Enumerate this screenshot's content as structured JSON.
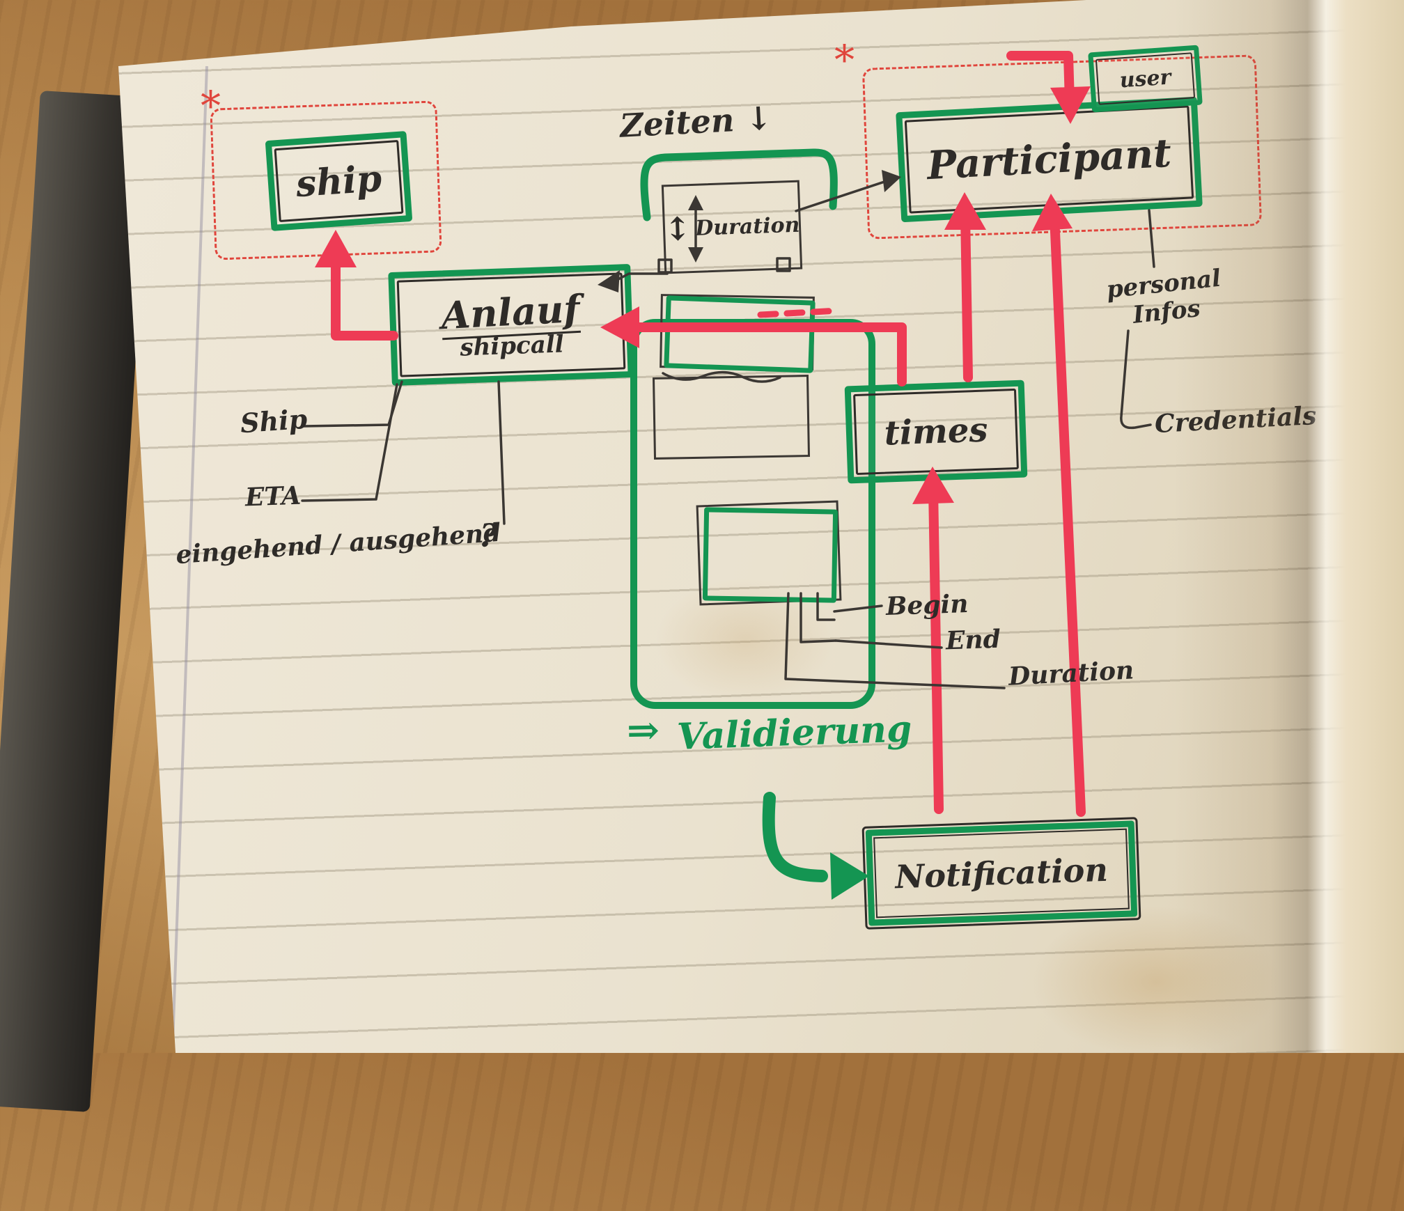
{
  "diagram": {
    "nodes": {
      "ship": "ship",
      "anlauf": "Anlauf",
      "anlauf_sub": "shipcall",
      "participant": "Participant",
      "user": "user",
      "duration": "Duration",
      "times": "times",
      "notification": "Notification"
    },
    "icons": {
      "duration_axis": "↕",
      "validierung_arrow": "⇒",
      "zeiten_arrow": "↓"
    },
    "annotations": {
      "zeiten": "Zeiten",
      "ship_attr": "Ship",
      "eta": "ETA",
      "inout": "eingehend / ausgehend",
      "question": "?",
      "personal": "personal Infos",
      "credentials": "Credentials",
      "begin": "Begin",
      "end": "End",
      "duration_attr": "Duration",
      "validierung": "Validierung",
      "star_left": "*",
      "star_right": "*"
    },
    "colors": {
      "marker_green": "#149552",
      "marker_red": "#ee3b55",
      "ink": "#2e2b28",
      "paper": "#eee6d6",
      "dashed_red": "#e0453c"
    }
  }
}
